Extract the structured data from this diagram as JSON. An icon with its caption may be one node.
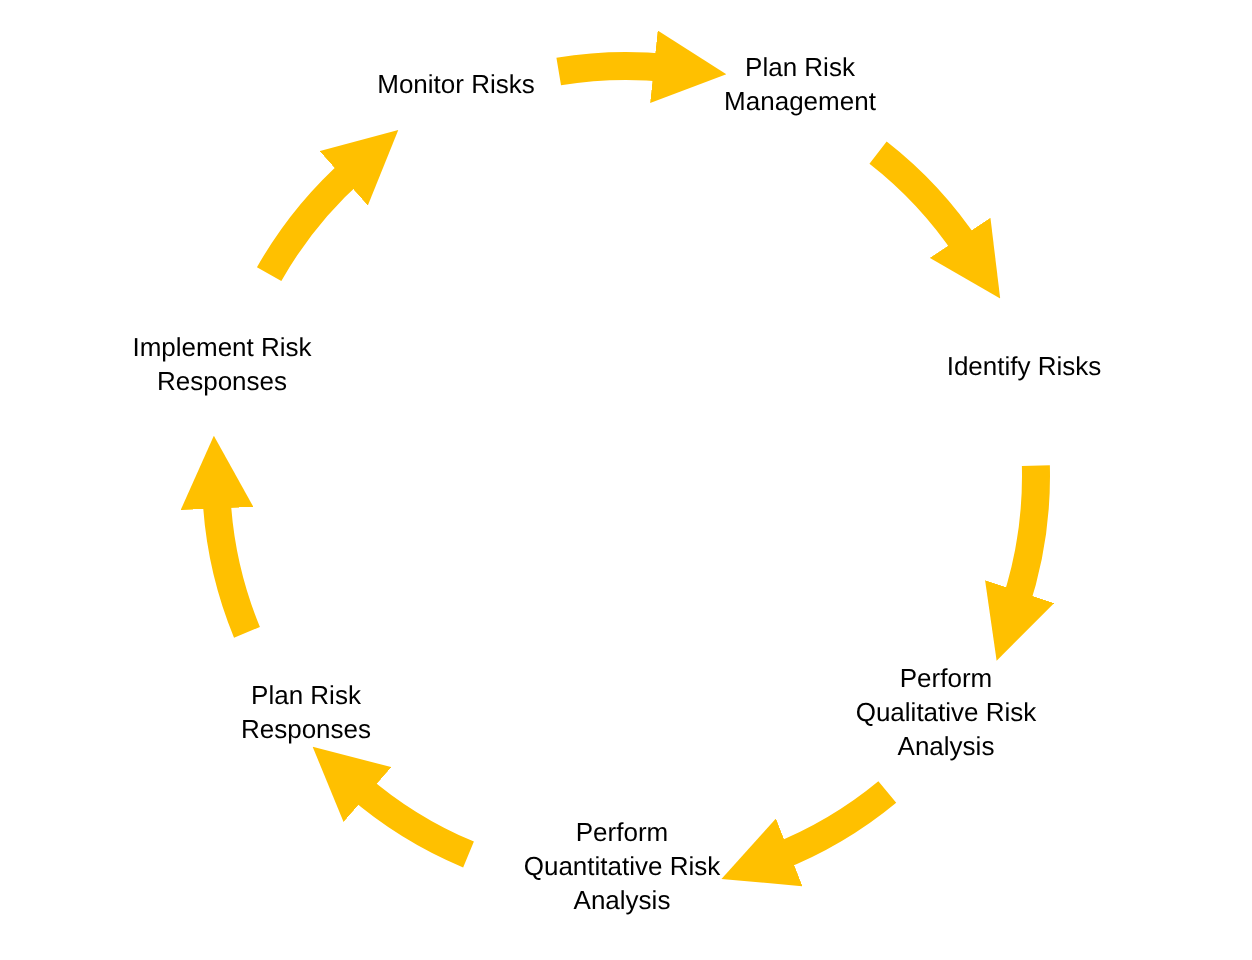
{
  "diagram": {
    "nodes": [
      {
        "text": [
          "Monitor Risks"
        ]
      },
      {
        "text": [
          "Plan Risk Management"
        ]
      },
      {
        "text": [
          "Identify Risks"
        ]
      },
      {
        "text": [
          "Perform Qualitative Risk Analysis"
        ]
      },
      {
        "text": [
          "Perform Quantitative Risk Analysis"
        ]
      },
      {
        "text": [
          "Plan Risk Responses"
        ]
      },
      {
        "text": [
          "Implement Risk Responses"
        ]
      }
    ],
    "edges": [
      {
        "from": 0,
        "to": 1,
        "arrow": "to"
      },
      {
        "from": 1,
        "to": 2,
        "arrow": "to"
      },
      {
        "from": 2,
        "to": 3,
        "arrow": "to"
      },
      {
        "from": 3,
        "to": 4,
        "arrow": "to"
      },
      {
        "from": 4,
        "to": 5,
        "arrow": "to"
      },
      {
        "from": 5,
        "to": 6,
        "arrow": "to"
      },
      {
        "from": 6,
        "to": 0,
        "arrow": "to"
      }
    ]
  }
}
